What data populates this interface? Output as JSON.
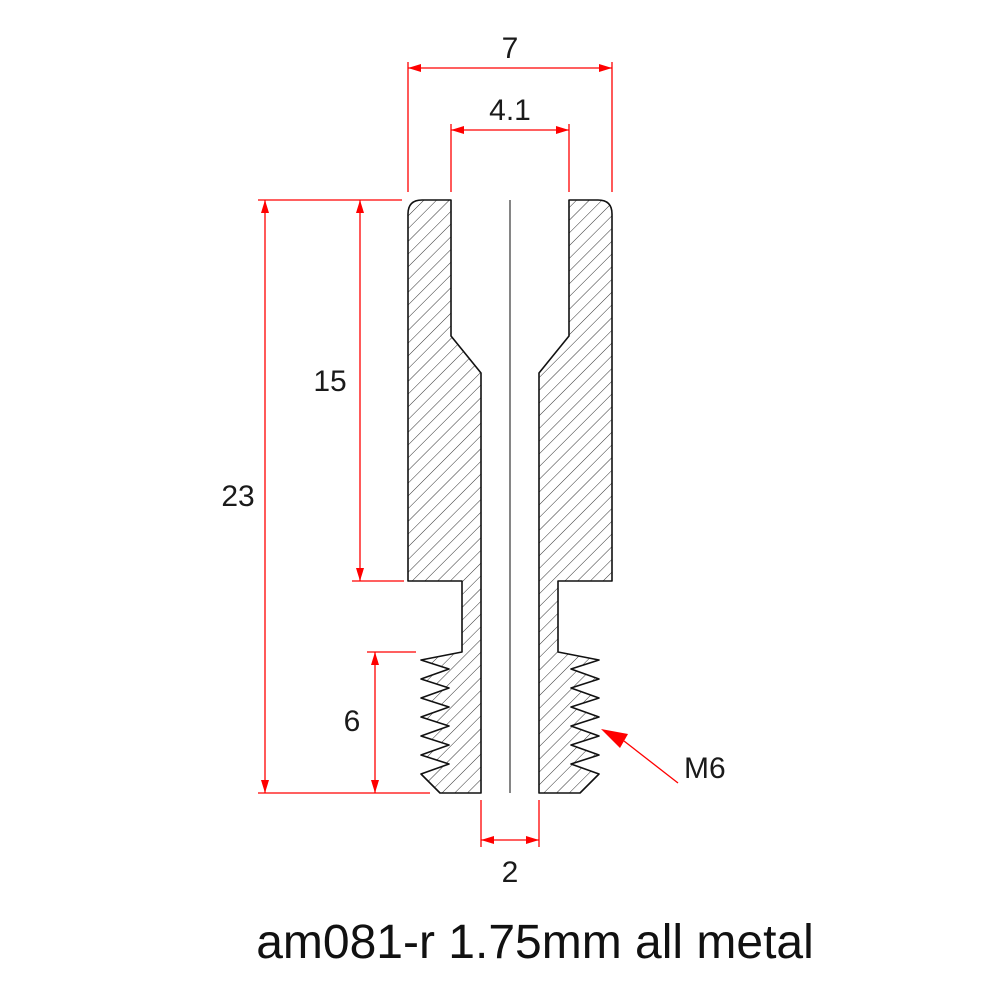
{
  "caption": "am081-r 1.75mm all metal",
  "dims": {
    "outer_width": "7",
    "inner_top_width": "4.1",
    "total_length": "23",
    "body_length": "15",
    "thread_length": "6",
    "exit_width": "2",
    "thread_spec": "M6"
  },
  "colors": {
    "dimension_lines": "#ff0000",
    "outline": "#111111",
    "background": "#ffffff"
  }
}
